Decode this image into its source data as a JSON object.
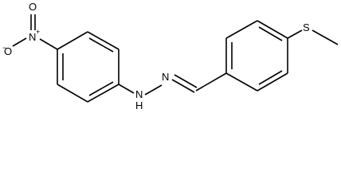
{
  "molecule": {
    "atoms": {
      "oxygen_top": "O",
      "oxygen_left": "O",
      "oxygen_charge": "−",
      "nitrogen_nitro": "N",
      "nitro_charge": "+",
      "hydrazine_n1": "N",
      "hydrazine_h": "H",
      "hydrazine_n2": "N",
      "sulfur": "S"
    }
  }
}
